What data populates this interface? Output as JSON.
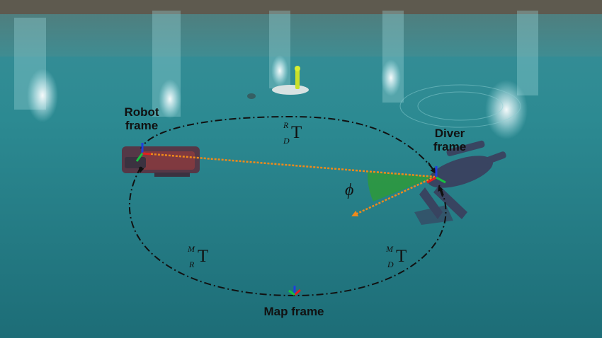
{
  "labels": {
    "robot_frame": [
      "Robot",
      "frame"
    ],
    "diver_frame": [
      "Diver",
      "frame"
    ],
    "map_frame": "Map frame",
    "angle": "ϕ"
  },
  "transforms": {
    "robot_diver": {
      "sup": "R",
      "sub": "D",
      "symbol": "T"
    },
    "map_robot": {
      "sup": "M",
      "sub": "R",
      "symbol": "T"
    },
    "map_diver": {
      "sup": "M",
      "sub": "D",
      "symbol": "T"
    }
  },
  "colors": {
    "water": "#2b8a93",
    "sight_line": "#f08a1a",
    "angle_wedge": "#2e9a3a",
    "axis_x": "#e02020",
    "axis_y": "#18c040",
    "axis_z": "#1f3fe0",
    "ellipse": "#111111"
  }
}
